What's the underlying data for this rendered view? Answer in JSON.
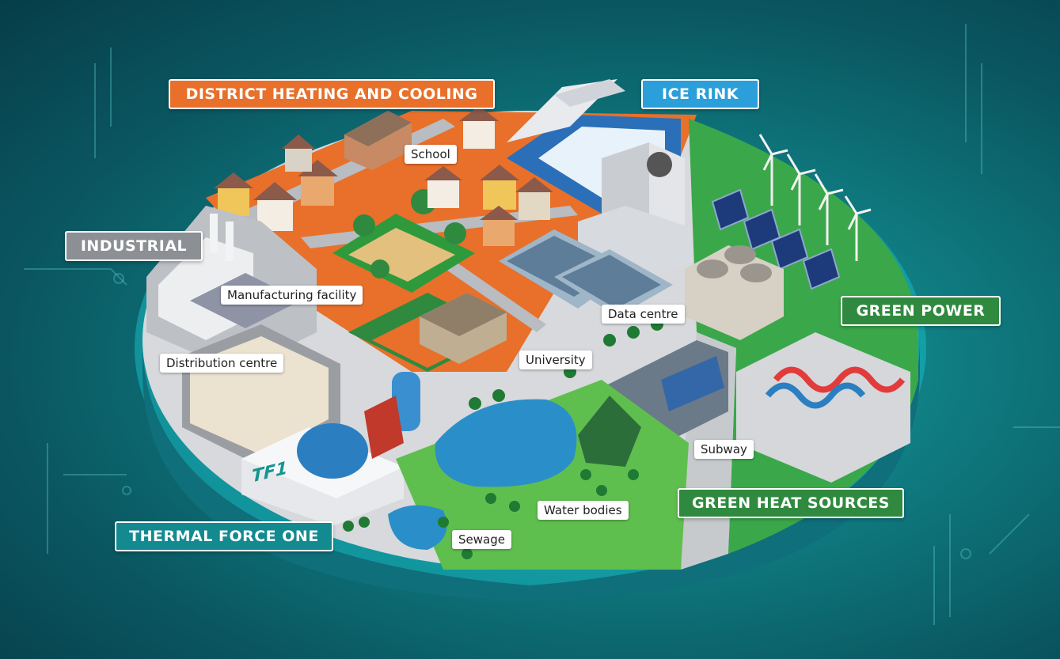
{
  "banners": {
    "district": "DISTRICT HEATING AND COOLING",
    "ice_rink": "ICE RINK",
    "industrial": "INDUSTRIAL",
    "green_power": "GREEN POWER",
    "green_heat": "GREEN HEAT SOURCES",
    "thermal": "THERMAL FORCE ONE"
  },
  "labels": {
    "school": "School",
    "manufacturing": "Manufacturing facility",
    "data_centre": "Data centre",
    "distribution": "Distribution centre",
    "university": "University",
    "subway": "Subway",
    "water_bodies": "Water bodies",
    "sewage": "Sewage",
    "logo": "TF1"
  },
  "colors": {
    "orange": "#e8702a",
    "blue": "#2b9fd9",
    "gray": "#8c8f93",
    "green": "#2f8a3f",
    "teal": "#138a8f"
  }
}
